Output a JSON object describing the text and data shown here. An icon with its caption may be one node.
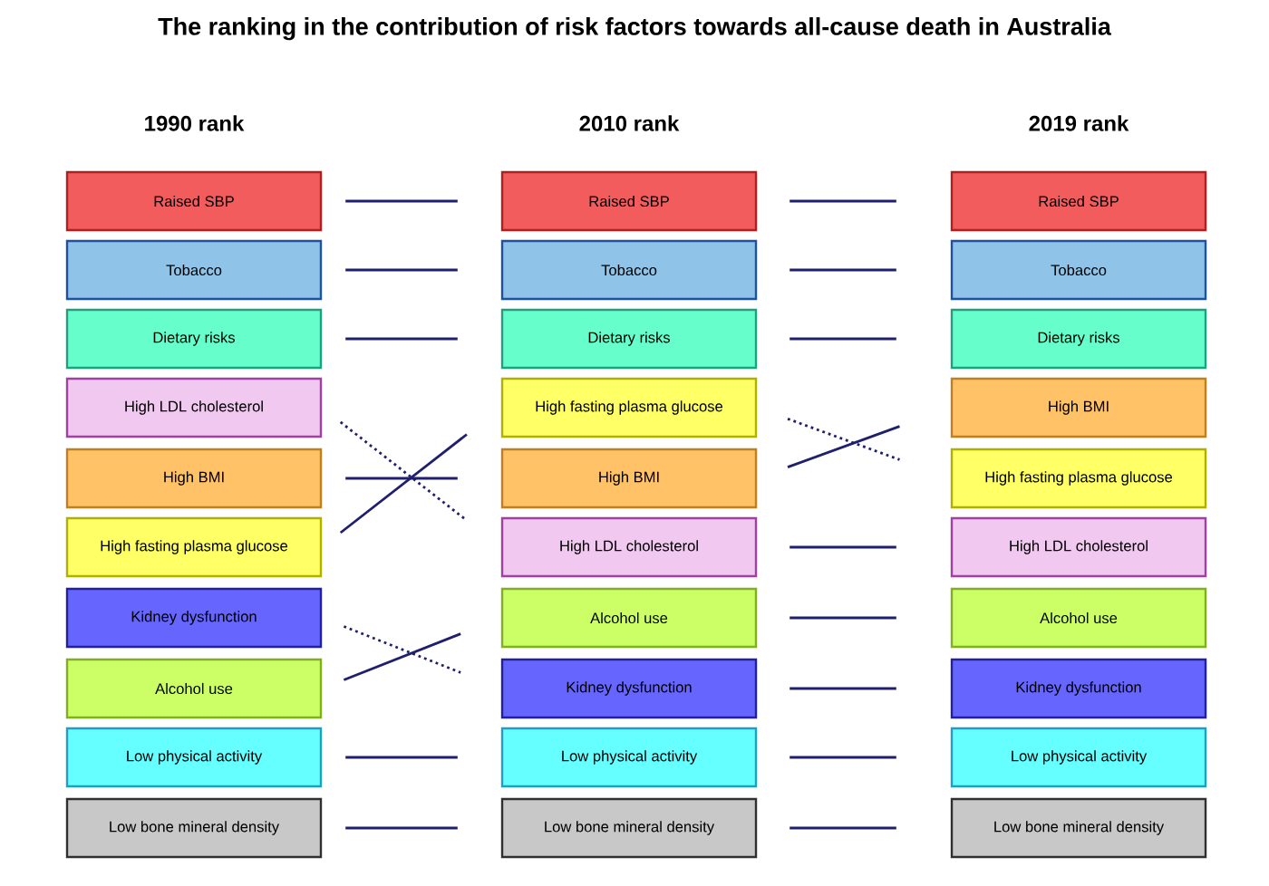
{
  "diagram": {
    "title": "The ranking in the contribution of risk factors towards all-cause death in Australia",
    "nodes": [
      {
        "text": [
          "Raised SBP"
        ]
      },
      {
        "text": [
          "Tobacco"
        ]
      },
      {
        "text": [
          "Dietary risks"
        ]
      },
      {
        "text": [
          "High LDL cholesterol"
        ]
      },
      {
        "text": [
          "High BMI"
        ]
      },
      {
        "text": [
          "High fasting plasma glucose"
        ]
      },
      {
        "text": [
          "Kidney dysfunction"
        ]
      },
      {
        "text": [
          "Alcohol use"
        ]
      },
      {
        "text": [
          "Low physical activity"
        ]
      },
      {
        "text": [
          "Low bone mineral density"
        ]
      },
      {
        "text": [
          "Raised SBP"
        ]
      },
      {
        "text": [
          "Tobacco"
        ]
      },
      {
        "text": [
          "Dietary risks"
        ]
      },
      {
        "text": [
          "High fasting plasma glucose"
        ]
      },
      {
        "text": [
          "High BMI"
        ]
      },
      {
        "text": [
          "High LDL cholesterol"
        ]
      },
      {
        "text": [
          "Alcohol use"
        ]
      },
      {
        "text": [
          "Kidney dysfunction"
        ]
      },
      {
        "text": [
          "Low physical activity"
        ]
      },
      {
        "text": [
          "Low bone mineral density"
        ]
      },
      {
        "text": [
          "Raised SBP"
        ]
      },
      {
        "text": [
          "Tobacco"
        ]
      },
      {
        "text": [
          "Dietary risks"
        ]
      },
      {
        "text": [
          "High BMI"
        ]
      },
      {
        "text": [
          "High fasting plasma glucose"
        ]
      },
      {
        "text": [
          "High LDL cholesterol"
        ]
      },
      {
        "text": [
          "Alcohol use"
        ]
      },
      {
        "text": [
          "Kidney dysfunction"
        ]
      },
      {
        "text": [
          "Low physical activity"
        ]
      },
      {
        "text": [
          "Low bone mineral density"
        ]
      }
    ],
    "edges": [
      {
        "from": 0,
        "to": 10,
        "arrow": "none"
      },
      {
        "from": 1,
        "to": 11,
        "arrow": "none"
      },
      {
        "from": 2,
        "to": 12,
        "arrow": "none"
      },
      {
        "from": 3,
        "to": 15,
        "arrow": "none",
        "style": "dashed"
      },
      {
        "from": 4,
        "to": 14,
        "arrow": "none"
      },
      {
        "from": 5,
        "to": 13,
        "arrow": "none"
      },
      {
        "from": 6,
        "to": 17,
        "arrow": "none",
        "style": "dashed"
      },
      {
        "from": 7,
        "to": 16,
        "arrow": "none"
      },
      {
        "from": 8,
        "to": 18,
        "arrow": "none"
      },
      {
        "from": 9,
        "to": 19,
        "arrow": "none"
      },
      {
        "from": 10,
        "to": 20,
        "arrow": "none"
      },
      {
        "from": 11,
        "to": 21,
        "arrow": "none"
      },
      {
        "from": 12,
        "to": 22,
        "arrow": "none"
      },
      {
        "from": 13,
        "to": 24,
        "arrow": "none",
        "style": "dashed"
      },
      {
        "from": 14,
        "to": 23,
        "arrow": "none"
      },
      {
        "from": 15,
        "to": 25,
        "arrow": "none"
      },
      {
        "from": 16,
        "to": 26,
        "arrow": "none"
      },
      {
        "from": 17,
        "to": 27,
        "arrow": "none"
      },
      {
        "from": 18,
        "to": 28,
        "arrow": "none"
      },
      {
        "from": 19,
        "to": 29,
        "arrow": "none"
      }
    ],
    "labels": [
      "1990 rank",
      "2010 rank",
      "2019 rank"
    ]
  }
}
